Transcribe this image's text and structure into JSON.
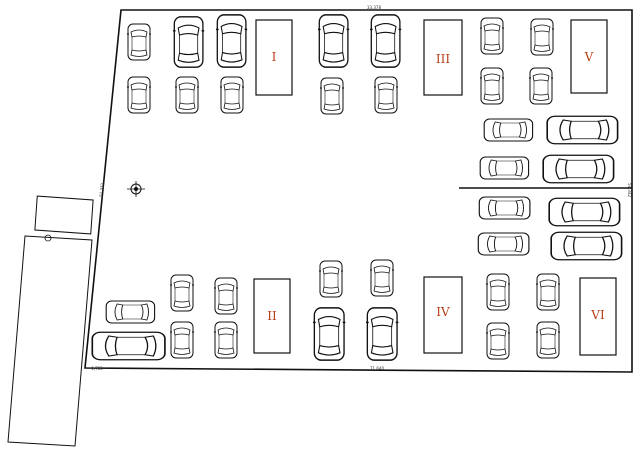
{
  "lots": [
    {
      "id": "lot-1",
      "label": "I"
    },
    {
      "id": "lot-2",
      "label": "II"
    },
    {
      "id": "lot-3",
      "label": "III"
    },
    {
      "id": "lot-4",
      "label": "IV"
    },
    {
      "id": "lot-5",
      "label": "V"
    },
    {
      "id": "lot-6",
      "label": "VI"
    }
  ],
  "dimensions": {
    "top": "33,378",
    "bottom": "71,640",
    "left": "51,332",
    "right": "59,342",
    "corner": "1,703"
  },
  "colors": {
    "line": "#111111",
    "label": "#b8401a"
  },
  "icons": {
    "compass": "compass-icon",
    "car": "car-icon"
  }
}
